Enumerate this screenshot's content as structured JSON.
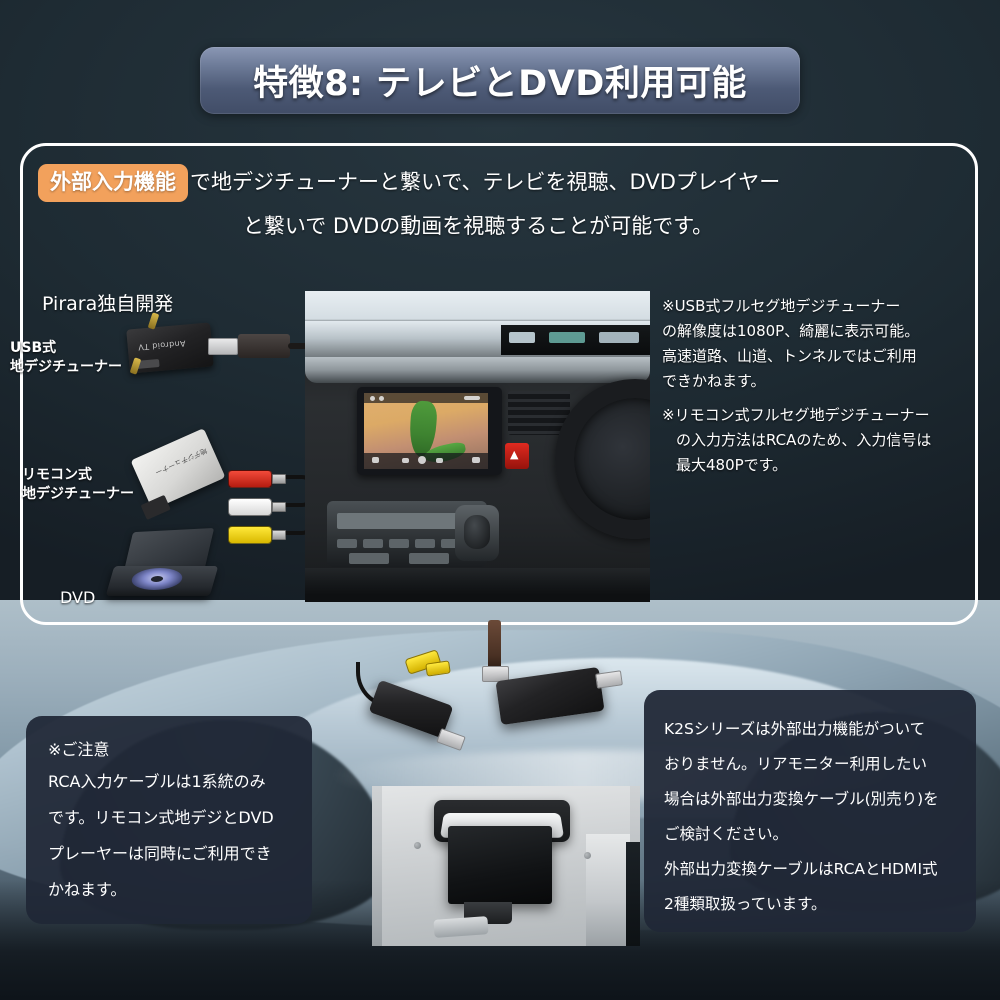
{
  "page": {
    "title_banner": "特徴8: テレビとDVD利用可能",
    "accent_badge_color": "#f2a15c",
    "banner_gradient_from": "#8a97b4",
    "banner_gradient_to": "#414d67",
    "background_dark": "#1e2b33"
  },
  "lead": {
    "badge": "外部入力機能",
    "line1": "で地デジチューナーと繋いで、テレビを視聴、DVDプレイヤー",
    "line2": "と繋いで DVDの動画を視聴することが可能です。"
  },
  "devices": {
    "brand_label": "Pirara独自開発",
    "usb_tuner_label_line1": "USB式",
    "usb_tuner_label_line2": "地デジチューナー",
    "usb_tuner_mark": "Android TV",
    "remote_tuner_label_line1": "リモコン式",
    "remote_tuner_label_line2": "地デジチューナー",
    "remote_tuner_mark": "地デジチューナー",
    "dvd_label": "DVD"
  },
  "note_right": {
    "p1_l1": "※USB式フルセグ地デジチューナー",
    "p1_l2": "の解像度は1080P、綺麗に表示可能。",
    "p1_l3": "高速道路、山道、トンネルではご利用",
    "p1_l4": "できかねます。",
    "p2_l1": "※リモコン式フルセグ地デジチューナー",
    "p2_l2": "の入力方法はRCAのため、入力信号は",
    "p2_l3": "最大480Pです。"
  },
  "callout_left": {
    "heading": "※ご注意",
    "l1": "RCA入力ケーブルは1系統のみ",
    "l2": "です。リモコン式地デジとDVD",
    "l3": "プレーヤーは同時にご利用でき",
    "l4": "かねます。"
  },
  "callout_right": {
    "l1": "K2Sシリーズは外部出力機能がついて",
    "l2": "おりません。リアモニター利用したい",
    "l3": "場合は外部出力変換ケーブル(別売り)を",
    "l4": "ご検討ください。",
    "l5": "外部出力変換ケーブルはRCAとHDMI式",
    "l6": "2種類取扱っています。"
  },
  "photos": {
    "interior_caption": "car-dashboard-with-head-unit-playing-video",
    "dongles_caption": "usb-rca-and-hdmi-adapter-dongles",
    "monitor_caption": "flip-down-rear-seat-monitor"
  }
}
